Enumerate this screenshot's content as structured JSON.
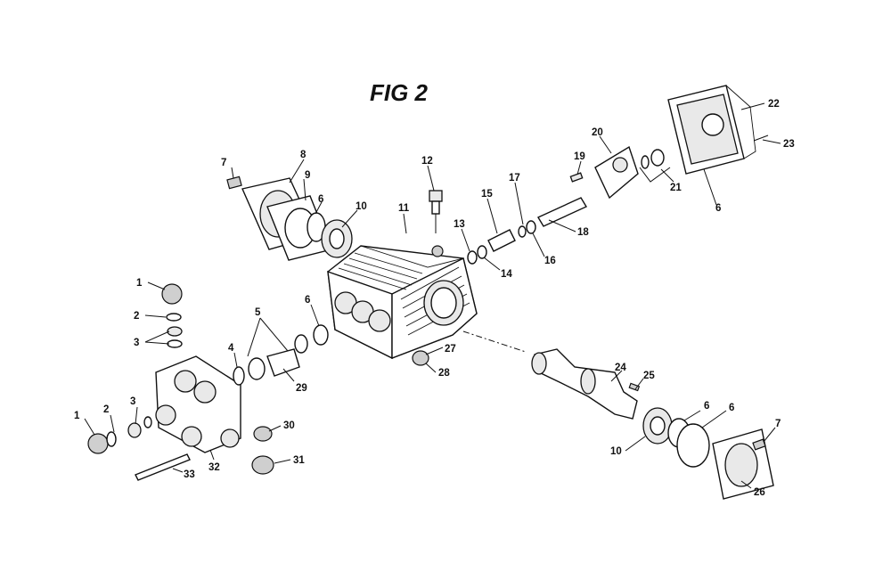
{
  "title": "FIG 2",
  "callouts": [
    "1",
    "2",
    "3",
    "1",
    "2",
    "3",
    "4",
    "5",
    "6",
    "7",
    "8",
    "9",
    "6",
    "10",
    "11",
    "12",
    "13",
    "14",
    "15",
    "16",
    "17",
    "18",
    "19",
    "20",
    "21",
    "22",
    "23",
    "6",
    "24",
    "25",
    "6",
    "6",
    "7",
    "10",
    "26",
    "27",
    "28",
    "29",
    "30",
    "31",
    "32",
    "33"
  ]
}
